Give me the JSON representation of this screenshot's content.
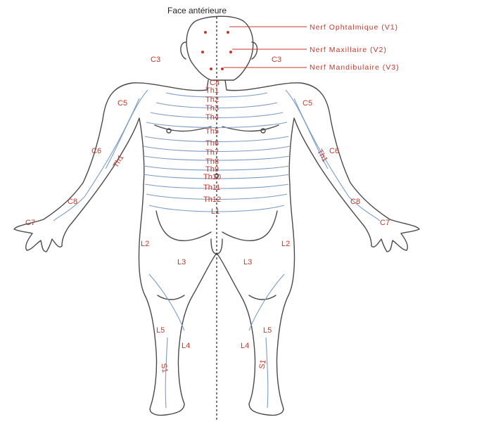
{
  "title": "Face antérieure",
  "nerves": {
    "v1": "Nerf Ophtalmique (V1)",
    "v2": "Nerf Maxillaire (V2)",
    "v3": "Nerf Mandibulaire (V3)"
  },
  "labels": {
    "c3_left": "C3",
    "c3_right": "C3",
    "c4": "C4",
    "c5_left": "C5",
    "c5_right": "C5",
    "c6_left": "C6",
    "c6_right": "C6",
    "c8_left": "C8",
    "c8_right": "C8",
    "c7_left": "C7",
    "c7_right": "C7",
    "th1_left": "Th1",
    "th1_right": "Th1",
    "th": [
      "Th1",
      "Th2",
      "Th3",
      "Th4",
      "Th5",
      "Th6",
      "Th7",
      "Th8",
      "Th9",
      "Th10",
      "Th11",
      "Th12"
    ],
    "l1": "L1",
    "l2_left": "L2",
    "l2_right": "L2",
    "l3_left": "L3",
    "l3_right": "L3",
    "l5_left": "L5",
    "l5_right": "L5",
    "l4_left": "L4",
    "l4_right": "L4",
    "s1_left": "S1",
    "s1_right": "S1"
  },
  "colors": {
    "label": "#c0392b",
    "outline": "#4a4a4a",
    "bands": "#7a9cc6"
  }
}
